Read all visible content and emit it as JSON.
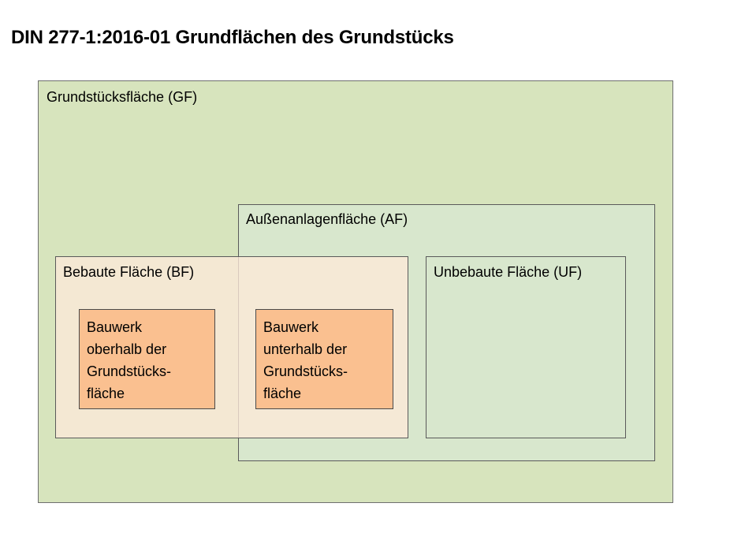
{
  "title": "DIN 277-1:2016-01 Grundflächen des Grundstücks",
  "areas": {
    "gf": "Grundstücksfläche (GF)",
    "af": "Außenanlagenfläche (AF)",
    "bf": "Bebaute Fläche (BF)",
    "uf": "Unbebaute Fläche (UF)"
  },
  "bauwerk_oberhalb": {
    "lines": [
      "Bauwerk",
      "oberhalb der",
      "Grundstücks-",
      "fläche"
    ]
  },
  "bauwerk_unterhalb": {
    "lines": [
      "Bauwerk",
      "unterhalb der",
      "Grundstücks-",
      "fläche"
    ]
  },
  "colors": {
    "gf_fill": "#d7e4bd",
    "af_fill": "#d8e7cd",
    "bf_fill": "#fde9d9",
    "bauwerk_fill": "#fac090"
  }
}
